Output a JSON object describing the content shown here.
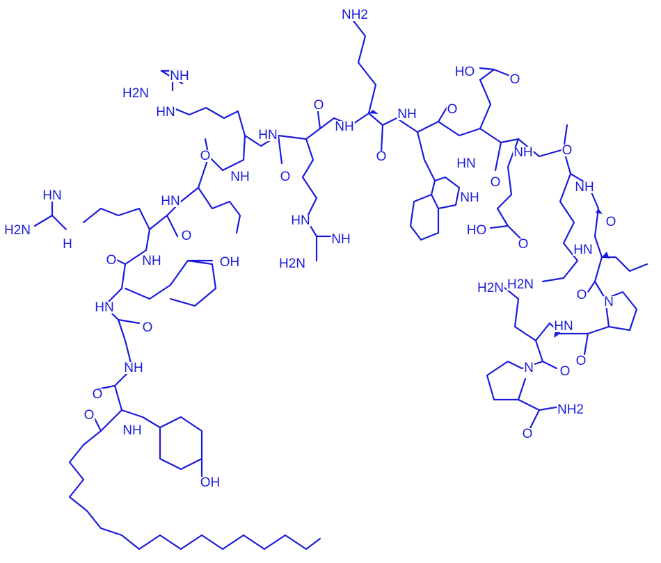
{
  "colors": {
    "bond": "#1a1adc",
    "background": "#ffffff"
  },
  "labels": [
    {
      "id": "nh2-lys1",
      "text": "NH2"
    },
    {
      "id": "ho-glu1",
      "text": "HO"
    },
    {
      "id": "nh-guan1",
      "text": "NH"
    },
    {
      "id": "h2n-guan1",
      "text": "H2N"
    },
    {
      "id": "hn-guan1",
      "text": "HN"
    },
    {
      "id": "hn-arg1",
      "text": "HN"
    },
    {
      "id": "nh-arg1",
      "text": "NH"
    },
    {
      "id": "nh-leu",
      "text": "NH"
    },
    {
      "id": "hn-leu",
      "text": "HN"
    },
    {
      "id": "nh-trp",
      "text": "NH"
    },
    {
      "id": "hn-trp2",
      "text": "HN"
    },
    {
      "id": "nh-glu2",
      "text": "NH"
    },
    {
      "id": "nh-lys2",
      "text": "NH"
    },
    {
      "id": "nh-indole",
      "text": "NH"
    },
    {
      "id": "hn-guan2",
      "text": "HN"
    },
    {
      "id": "nh-guan2",
      "text": "NH"
    },
    {
      "id": "h2n-guan2",
      "text": "H2N"
    },
    {
      "id": "ho-glu2",
      "text": "HO"
    },
    {
      "id": "hn-guan3",
      "text": "HN"
    },
    {
      "id": "h2n-guan3",
      "text": "H2N"
    },
    {
      "id": "hn-guan3b",
      "text": "H"
    },
    {
      "id": "nh-tyr1",
      "text": "NH"
    },
    {
      "id": "oh-tyr1",
      "text": "OH"
    },
    {
      "id": "hn-gly",
      "text": "HN"
    },
    {
      "id": "hn-ile",
      "text": "HN"
    },
    {
      "id": "h2n-asn",
      "text": "H2N"
    },
    {
      "id": "h2n-lys2",
      "text": "H2N"
    },
    {
      "id": "n-pro1",
      "text": "N"
    },
    {
      "id": "hn-asn",
      "text": "HN"
    },
    {
      "id": "nh-gly2",
      "text": "NH"
    },
    {
      "id": "n-pro2",
      "text": "N"
    },
    {
      "id": "nh-tyr2",
      "text": "NH"
    },
    {
      "id": "nh2-pro",
      "text": "NH2"
    },
    {
      "id": "oh-tyr2",
      "text": "OH"
    },
    {
      "id": "o1",
      "text": "O"
    },
    {
      "id": "o2",
      "text": "O"
    },
    {
      "id": "o3",
      "text": "O"
    },
    {
      "id": "o4",
      "text": "O"
    },
    {
      "id": "o5",
      "text": "O"
    },
    {
      "id": "o6",
      "text": "O"
    },
    {
      "id": "o7",
      "text": "O"
    },
    {
      "id": "o8",
      "text": "O"
    },
    {
      "id": "o9",
      "text": "O"
    },
    {
      "id": "o10",
      "text": "O"
    },
    {
      "id": "o11",
      "text": "O"
    },
    {
      "id": "o12",
      "text": "O"
    },
    {
      "id": "o13",
      "text": "O"
    },
    {
      "id": "o14",
      "text": "O"
    },
    {
      "id": "o15",
      "text": "O"
    },
    {
      "id": "o16",
      "text": "O"
    },
    {
      "id": "o17",
      "text": "O"
    },
    {
      "id": "o18",
      "text": "O"
    },
    {
      "id": "o19",
      "text": "O"
    }
  ]
}
